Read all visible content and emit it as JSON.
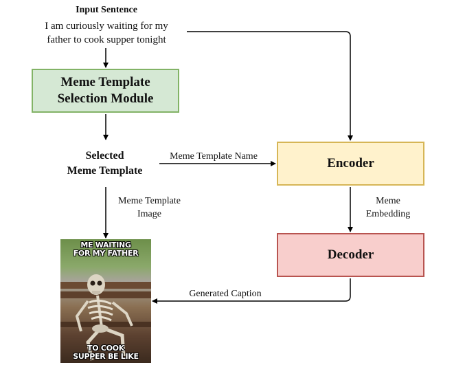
{
  "input": {
    "title": "Input Sentence",
    "line1": "I am curiously waiting for my",
    "line2": "father to cook supper tonight"
  },
  "modules": {
    "meme_selection_line1": "Meme Template",
    "meme_selection_line2": "Selection Module",
    "encoder": "Encoder",
    "decoder": "Decoder"
  },
  "selected": {
    "line1": "Selected",
    "line2": "Meme Template"
  },
  "edges": {
    "template_name": "Meme Template Name",
    "template_image_line1": "Meme Template",
    "template_image_line2": "Image",
    "embedding_line1": "Meme",
    "embedding_line2": "Embedding",
    "caption": "Generated Caption"
  },
  "meme": {
    "top_line1": "ME WAITING",
    "top_line2": "FOR MY FATHER",
    "bottom_line1": "TO COOK",
    "bottom_line2": "SUPPER BE LIKE"
  },
  "colors": {
    "selection_fill": "#d5e8d4",
    "selection_stroke": "#82b366",
    "encoder_fill": "#fff2cc",
    "encoder_stroke": "#d6b656",
    "decoder_fill": "#f8cecc",
    "decoder_stroke": "#b85450"
  }
}
